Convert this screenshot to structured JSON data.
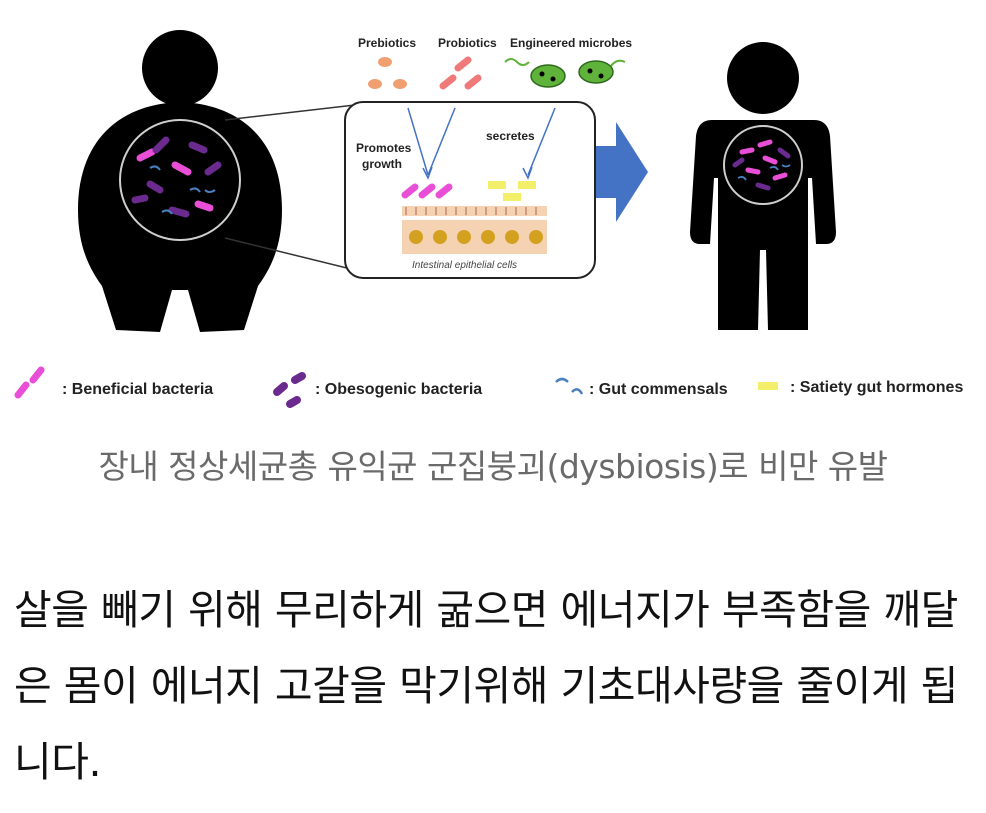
{
  "diagram": {
    "top_labels": {
      "prebiotics": "Prebiotics",
      "probiotics": "Probiotics",
      "engineered": "Engineered microbes"
    },
    "inset": {
      "promotes_line1": "Promotes",
      "promotes_line2": "growth",
      "secretes": "secretes",
      "epithelial": "Intestinal epithelial cells"
    },
    "legend": {
      "beneficial": ": Beneficial bacteria",
      "obesogenic": ": Obesogenic bacteria",
      "commensals": ": Gut commensals",
      "hormones": ": Satiety gut hormones"
    },
    "colors": {
      "beneficial": "#e94fd6",
      "obesogenic": "#6a2a8e",
      "commensals": "#4a7fc0",
      "hormones": "#f4ef6a",
      "prebiotic": "#f0a070",
      "probiotic": "#f07a7a",
      "microbe": "#5fb23a",
      "arrow": "#4472c4",
      "cells": "#f4d2b2",
      "nucleus": "#d4a020"
    }
  },
  "caption": "장내 정상세균총 유익균 군집붕괴(dysbiosis)로 비만 유발",
  "body_text": "살을 빼기 위해 무리하게 굶으면 에너지가 부족함을 깨달은 몸이 에너지 고갈을 막기위해 기초대사량을 줄이게 됩니다."
}
